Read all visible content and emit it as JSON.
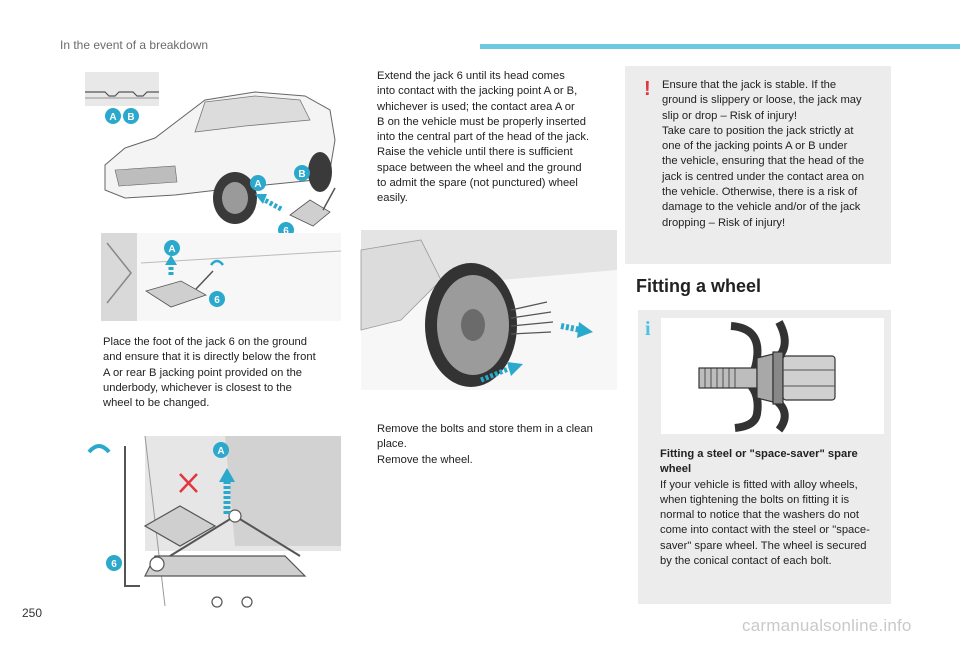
{
  "header": {
    "section": "In the event of a breakdown",
    "accent_color": "#6ec9e0"
  },
  "page_number": "250",
  "footer": {
    "site": "carmanualsonline.info"
  },
  "labels": {
    "a": "A",
    "b": "B",
    "six": "6"
  },
  "col1": {
    "bullet1": {
      "mark": "",
      "line1": "Place the foot of the jack 6 on the ground",
      "line2": "and ensure that it is directly below the front",
      "line3": "A or rear B jacking point provided on the",
      "line4": "underbody, whichever is closest to the",
      "line5": "wheel to be changed."
    }
  },
  "col2": {
    "bullet1": {
      "mark": "",
      "line1": "Extend the jack 6 until its head comes",
      "line2": "into contact with the jacking point A or B,",
      "line3": "whichever is used; the contact area A or",
      "line4": "B on the vehicle must be properly inserted",
      "line5": "into the central part of the head of the jack."
    },
    "bullet2": {
      "mark": "",
      "line1": "Raise the vehicle until there is sufficient",
      "line2": "space between the wheel and the ground",
      "line3": "to admit the spare (not punctured) wheel",
      "line4": "easily."
    },
    "bullet3": {
      "mark": "",
      "line1": "Remove the bolts and store them in a clean",
      "line2": "place."
    },
    "bullet4": {
      "mark": "",
      "line1": "Remove the wheel."
    }
  },
  "warning": {
    "mark": "!",
    "color": "#e2363f",
    "lines": [
      "Ensure that the jack is stable. If the",
      "ground is slippery or loose, the jack may",
      "slip or drop – Risk of injury!",
      "Take care to position the jack strictly at",
      "one of the jacking points A or B under",
      "the vehicle, ensuring that the head of the",
      "jack is centred under the contact area on",
      "the vehicle. Otherwise, there is a risk of",
      "damage to the vehicle and/or of the jack",
      "dropping – Risk of injury!"
    ]
  },
  "section_title": "Fitting a wheel",
  "info": {
    "mark": "i",
    "color": "#4cc3e4",
    "heading_line1": "Fitting a steel or \"space-saver\" spare",
    "heading_line2": "wheel",
    "lines": [
      "If your vehicle is fitted with alloy wheels,",
      "when tightening the bolts on fitting it is",
      "normal to notice that the washers do not",
      "come into contact with the steel or \"space-",
      "saver\" spare wheel. The wheel is secured",
      "by the conical contact of each bolt."
    ]
  }
}
